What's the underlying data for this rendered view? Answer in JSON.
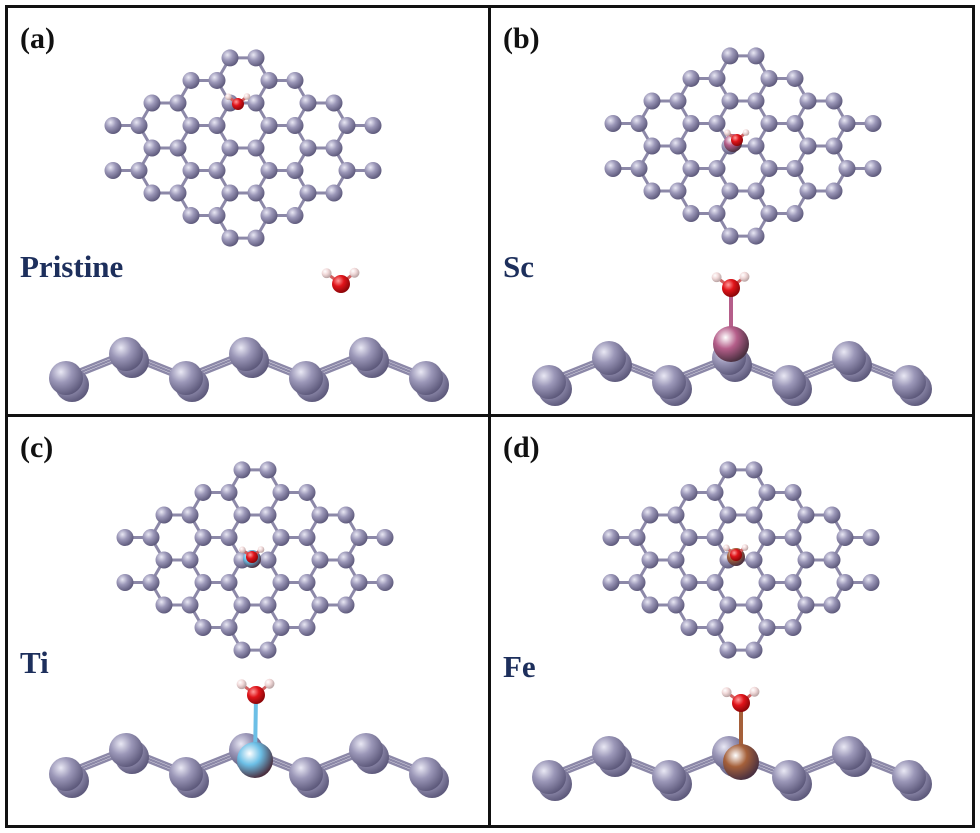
{
  "panels": [
    {
      "label": "(a)",
      "material": "Pristine",
      "dopant_color": null,
      "dopant_name": null
    },
    {
      "label": "(b)",
      "material": "Sc",
      "dopant_color": "#b55e8a",
      "dopant_name": "scandium-atom"
    },
    {
      "label": "(c)",
      "material": "Ti",
      "dopant_color": "#6cbfe6",
      "dopant_name": "titanium-atom"
    },
    {
      "label": "(d)",
      "material": "Fe",
      "dopant_color": "#a5603a",
      "dopant_name": "iron-atom"
    }
  ],
  "colors": {
    "carbon": "#9b97b8",
    "bond": "#8c88a8",
    "oxygen": "#e0141a",
    "hydrogen": "#f2dada",
    "border": "#111111",
    "material_text": "#1d2f5c"
  }
}
